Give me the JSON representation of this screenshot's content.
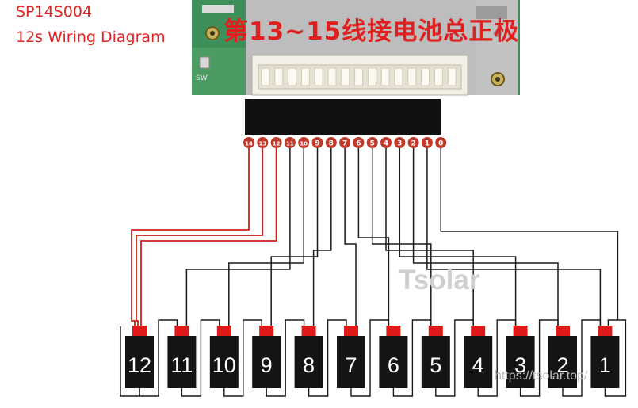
{
  "title": {
    "model": "SP14S004",
    "subtitle": "12s Wiring Diagram"
  },
  "board": {
    "banner": "第13~15线接电池总正极",
    "silkscreen": "SW"
  },
  "connector_pins": [
    "14",
    "13",
    "12",
    "11",
    "10",
    "9",
    "8",
    "7",
    "6",
    "5",
    "4",
    "3",
    "2",
    "1",
    "0"
  ],
  "cells": [
    "12",
    "11",
    "10",
    "9",
    "8",
    "7",
    "6",
    "5",
    "4",
    "3",
    "2",
    "1"
  ],
  "watermark": "Tsolar",
  "url": "https://tsolar.top/",
  "colors": {
    "title": "#e02424",
    "pin_badge": "#c0392b",
    "wire_red": "#d0201c",
    "wire_black": "#1a1a1a",
    "cell_body": "#141414",
    "cell_terminal": "#e01a1a",
    "pcb_green": "#3f8f5a",
    "pcb_shield": "#b8b8b8",
    "connector_bar": "#111111"
  }
}
